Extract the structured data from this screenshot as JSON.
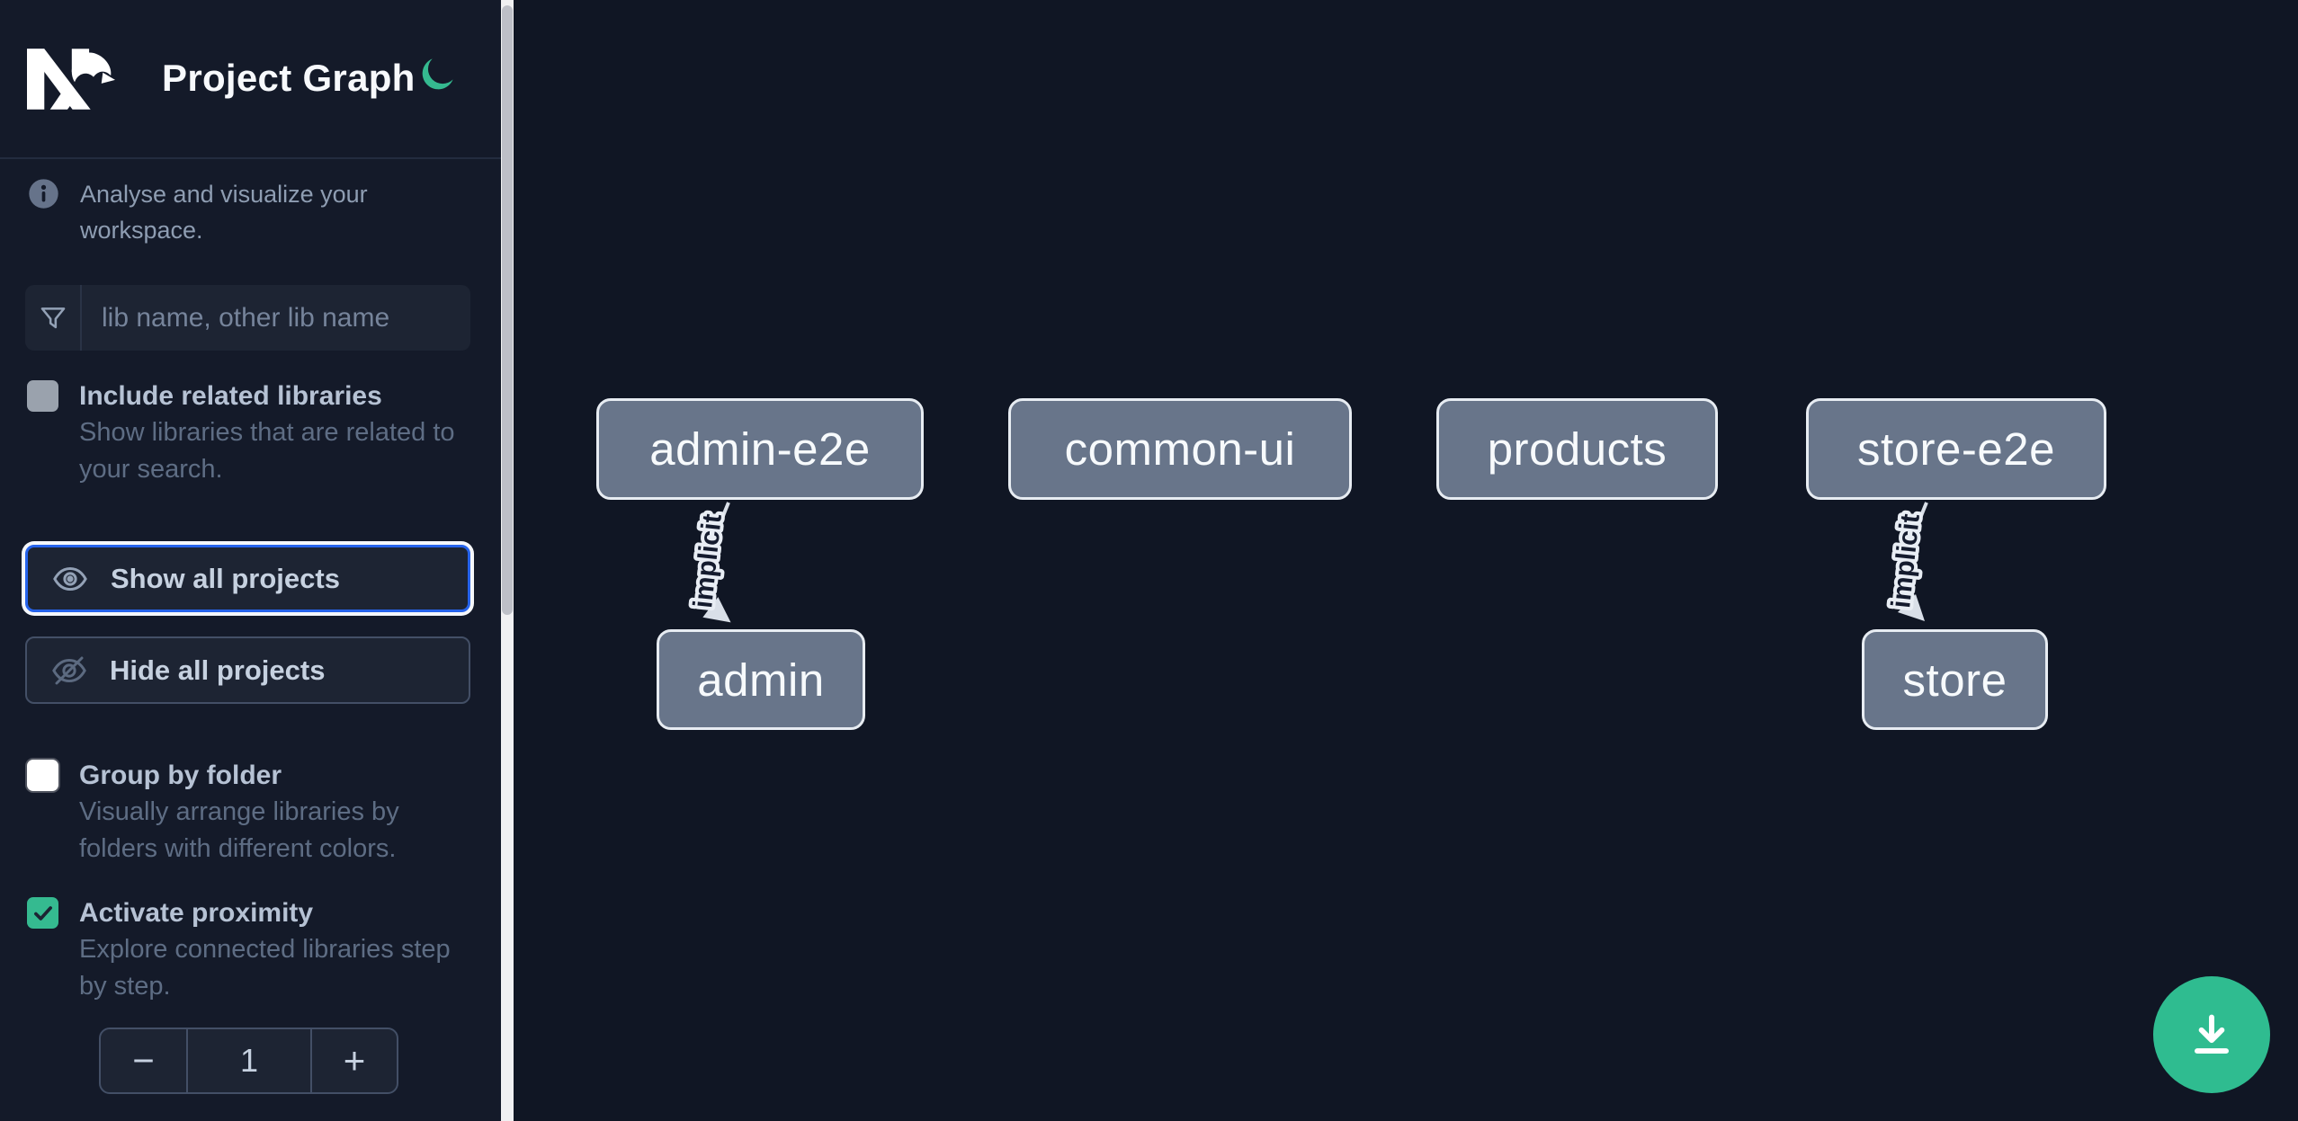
{
  "app": {
    "title": "Project Graph",
    "theme_icon": "moon"
  },
  "sidebar": {
    "info_text": "Analyse and visualize your workspace.",
    "search": {
      "placeholder": "lib name, other lib name",
      "value": "",
      "icon": "filter-icon"
    },
    "checkboxes": [
      {
        "id": "include-related-libraries",
        "label": "Include related libraries",
        "description": "Show libraries that are related to your search.",
        "checked": false
      },
      {
        "id": "group-by-folder",
        "label": "Group by folder",
        "description": "Visually arrange libraries by folders with different colors.",
        "checked": false
      },
      {
        "id": "activate-proximity",
        "label": "Activate proximity",
        "description": "Explore connected libraries step by step.",
        "checked": true
      }
    ],
    "buttons": [
      {
        "id": "show-all-projects",
        "label": "Show all projects",
        "icon": "eye-icon",
        "focused": true
      },
      {
        "id": "hide-all-projects",
        "label": "Hide all projects",
        "icon": "eye-off-icon",
        "focused": false
      }
    ],
    "stepper": {
      "decrement_label": "−",
      "value": "1",
      "increment_label": "+"
    }
  },
  "graph": {
    "nodes": [
      {
        "id": "admin-e2e",
        "label": "admin-e2e"
      },
      {
        "id": "common-ui",
        "label": "common-ui"
      },
      {
        "id": "products",
        "label": "products"
      },
      {
        "id": "store-e2e",
        "label": "store-e2e"
      },
      {
        "id": "admin",
        "label": "admin"
      },
      {
        "id": "store",
        "label": "store"
      }
    ],
    "edges": [
      {
        "from": "admin-e2e",
        "to": "admin",
        "label": "implicit"
      },
      {
        "from": "store-e2e",
        "to": "store",
        "label": "implicit"
      }
    ]
  },
  "fab": {
    "icon": "download-icon"
  },
  "colors": {
    "sidebar_bg": "#141a29",
    "canvas_bg": "#101624",
    "accent_blue": "#2663eb",
    "accent_green": "#35ba90",
    "node_fill": "#68758a",
    "node_border": "#e7ecf2",
    "edge": "#d9dfe8"
  }
}
